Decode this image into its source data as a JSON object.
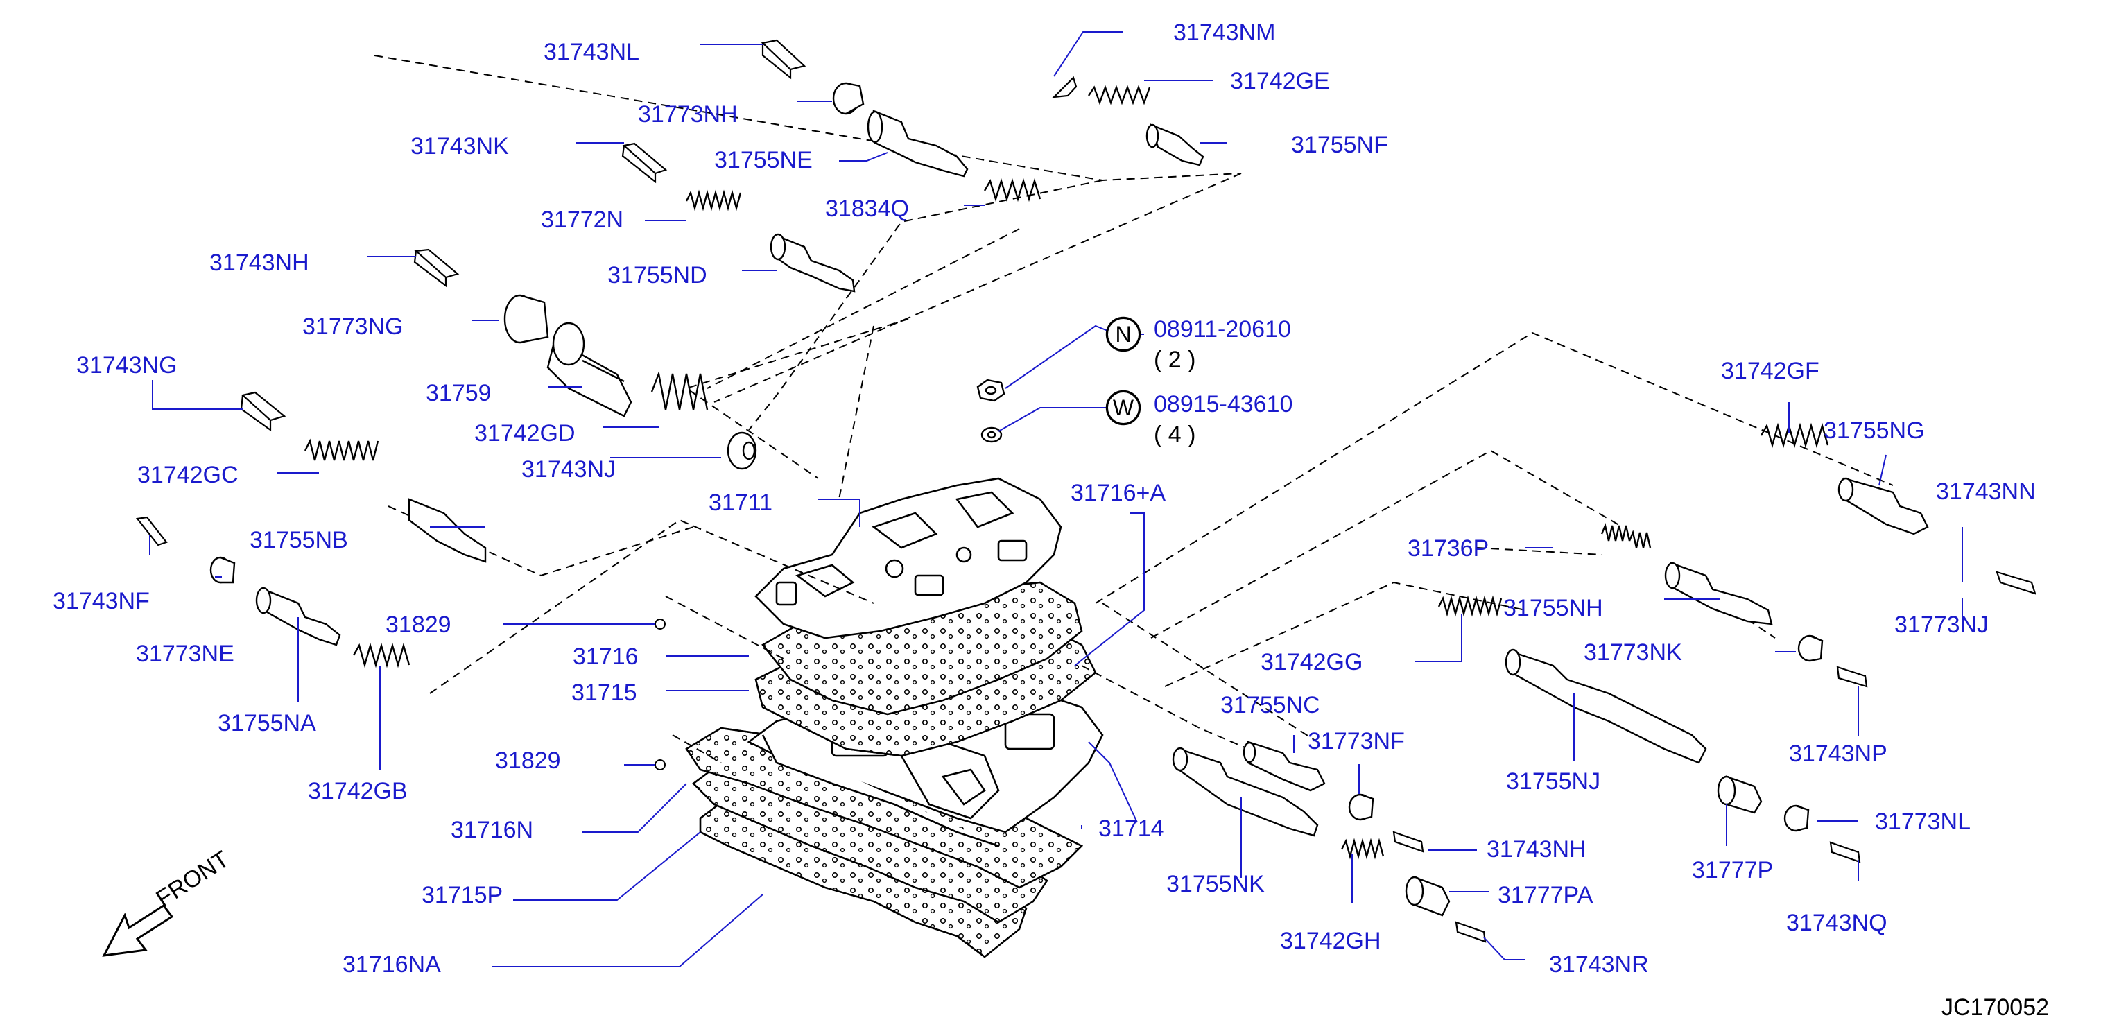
{
  "diagram_id": "JC170052",
  "front_label": "FRONT",
  "labels": {
    "p31743NL": "31743NL",
    "p31743NM": "31743NM",
    "p31742GE": "31742GE",
    "p31773NH": "31773NH",
    "p31755NF": "31755NF",
    "p31743NK": "31743NK",
    "p31755NE": "31755NE",
    "p31772N": "31772N",
    "p31834Q": "31834Q",
    "p31743NH_a": "31743NH",
    "p31755ND": "31755ND",
    "p31773NG": "31773NG",
    "p31743NG": "31743NG",
    "p31759": "31759",
    "p31742GD": "31742GD",
    "p31743NJ": "31743NJ",
    "p31742GC": "31742GC",
    "p31711": "31711",
    "p31716A": "31716+A",
    "p31755NB": "31755NB",
    "p31743NF": "31743NF",
    "p31829_a": "31829",
    "p31773NE": "31773NE",
    "p31716": "31716",
    "p31715": "31715",
    "p31755NA": "31755NA",
    "p31829_b": "31829",
    "p31742GB": "31742GB",
    "p31716N": "31716N",
    "p31715P": "31715P",
    "p31716NA": "31716NA",
    "p31714": "31714",
    "p31742GF": "31742GF",
    "p31755NG": "31755NG",
    "p31743NN": "31743NN",
    "p31736P": "31736P",
    "p31773NJ": "31773NJ",
    "p31755NH": "31755NH",
    "p31742GG": "31742GG",
    "p31773NK": "31773NK",
    "p31755NC": "31755NC",
    "p31773NF": "31773NF",
    "p31743NP": "31743NP",
    "p31755NJ": "31755NJ",
    "p31755NK": "31755NK",
    "p31743NH_b": "31743NH",
    "p31777P": "31777P",
    "p31773NL": "31773NL",
    "p31777PA": "31777PA",
    "p31742GH": "31742GH",
    "p31743NQ": "31743NQ",
    "p31743NR": "31743NR"
  },
  "fasteners": [
    {
      "symbol": "N",
      "part": "08911-20610",
      "qty": "( 2 )"
    },
    {
      "symbol": "W",
      "part": "08915-43610",
      "qty": "( 4 )"
    }
  ],
  "colors": {
    "label": "#1a1acc",
    "line": "#1a1acc",
    "drawing": "#000000",
    "background": "#ffffff"
  }
}
